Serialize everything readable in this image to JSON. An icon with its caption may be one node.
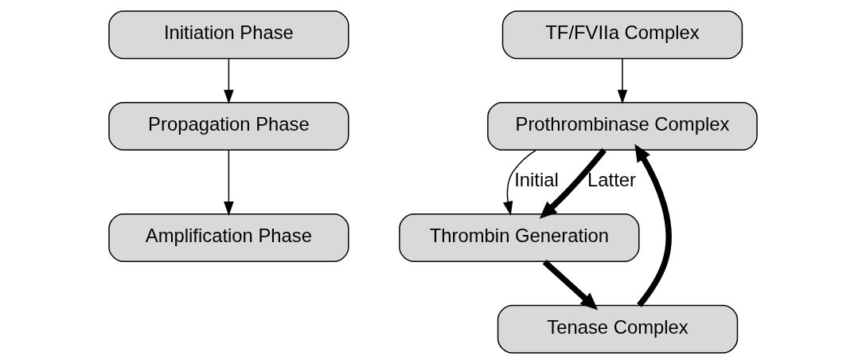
{
  "diagram": {
    "nodes": [
      {
        "text": [
          "Initiation Phase"
        ]
      },
      {
        "text": [
          "Propagation Phase"
        ]
      },
      {
        "text": [
          "Amplification Phase"
        ]
      },
      {
        "text": [
          "TF/FVIIa Complex"
        ]
      },
      {
        "text": [
          "Prothrombinase Complex"
        ]
      },
      {
        "text": [
          "Tenase Complex"
        ]
      },
      {
        "text": [
          "Thrombin Generation"
        ]
      }
    ],
    "edges": [
      {
        "from": 0,
        "to": 1,
        "arrow": "to"
      },
      {
        "from": 1,
        "to": 2,
        "arrow": "to"
      },
      {
        "from": 3,
        "to": 4,
        "arrow": "to"
      },
      {
        "from": 4,
        "to": 6,
        "arrow": "to",
        "label": "Initial"
      },
      {
        "from": 4,
        "to": 6,
        "arrow": "to",
        "label": "Latter",
        "style": "thick"
      },
      {
        "from": 6,
        "to": 5,
        "arrow": "to",
        "style": "thick"
      },
      {
        "from": 5,
        "to": 4,
        "arrow": "to",
        "style": "thick"
      }
    ]
  }
}
